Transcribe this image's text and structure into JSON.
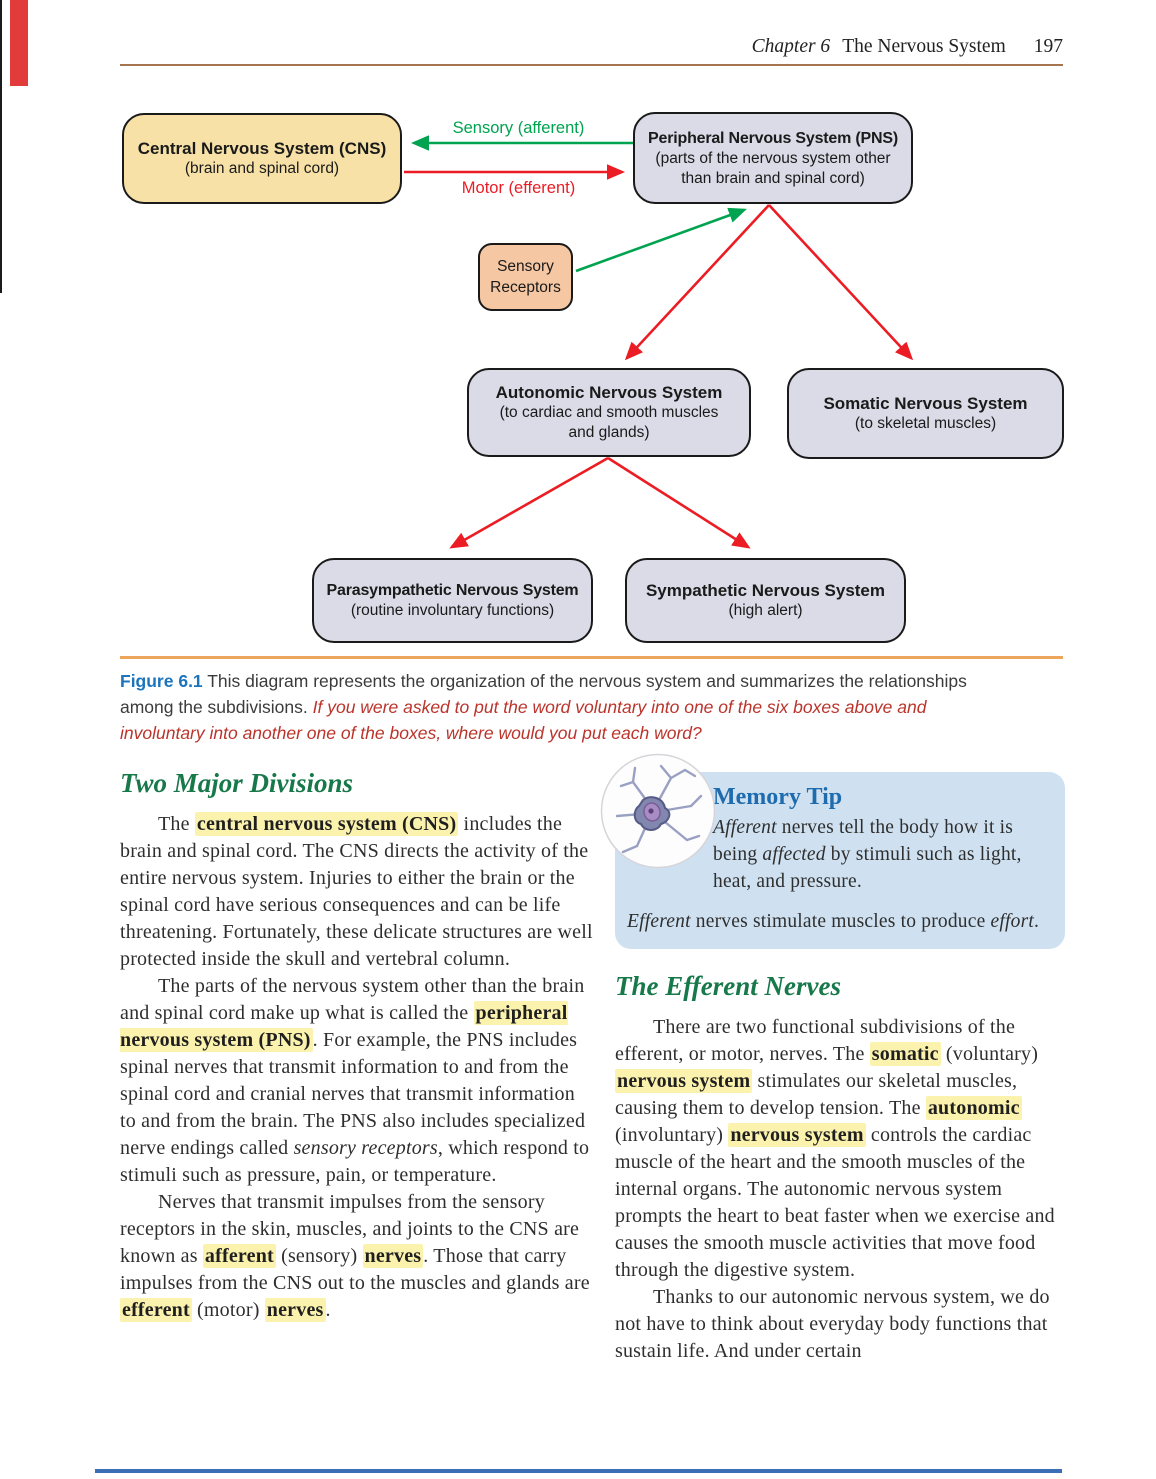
{
  "header": {
    "chapter": "Chapter 6",
    "title": "The Nervous System",
    "page_number": "197"
  },
  "colors": {
    "header-rule": "#a5754f",
    "figure-rule": "#eda55c",
    "green-arrow": "#00a350",
    "red-arrow": "#ec1c24",
    "green-heading": "#17784a",
    "caption-label-blue": "#1b74bc",
    "caption-question-red": "#bb342b",
    "memory-tip-blue": "#1e6bae",
    "memory-tip-bg": "#cfe1f1",
    "highlight-yellow": "#fbf2ae",
    "cns-box-fill": "#f7e1a6",
    "pns-box-fill": "#dadbe7",
    "receptors-box-fill": "#f6c7a3",
    "body-text": "#2e2e2e",
    "scan-tab-red": "#e23b3b",
    "bottom-rule-blue": "#3a6fb7"
  },
  "diagram": {
    "sensory_label": "Sensory (afferent)",
    "motor_label": "Motor (efferent)",
    "cns": {
      "title": "Central Nervous System (CNS)",
      "lines": [
        "(brain and spinal cord)"
      ]
    },
    "pns": {
      "title": "Peripheral Nervous System (PNS)",
      "lines": [
        "(parts of the nervous system other",
        "than brain and spinal cord)"
      ]
    },
    "receptors": {
      "lines": [
        "Sensory",
        "Receptors"
      ]
    },
    "autonomic": {
      "title": "Autonomic Nervous System",
      "lines": [
        "(to cardiac and smooth muscles",
        "and glands)"
      ]
    },
    "somatic": {
      "title": "Somatic Nervous System",
      "lines": [
        "(to skeletal muscles)"
      ]
    },
    "parasympathetic": {
      "title": "Parasympathetic Nervous System",
      "lines": [
        "(routine involuntary functions)"
      ]
    },
    "sympathetic": {
      "title": "Sympathetic Nervous System",
      "lines": [
        "(high alert)"
      ]
    }
  },
  "caption": {
    "segments": [
      {
        "t": "Figure 6.1",
        "s": "fig"
      },
      {
        "t": " This diagram represents the organization of the nervous system and summarizes the relationships among the subdivisions. ",
        "s": "n"
      },
      {
        "t": "If you were asked to put the word voluntary into one of the six boxes above and involuntary into another one of the boxes, where would you put each word?",
        "s": "q"
      }
    ]
  },
  "left_column": {
    "heading": "Two Major Divisions",
    "p1": [
      {
        "t": "The ",
        "s": "n"
      },
      {
        "t": "central nervous system (CNS)",
        "s": "hb"
      },
      {
        "t": " includes the brain and spinal cord. The CNS directs the activity of the entire nervous system. Injuries to either the brain or the spinal cord have serious consequences and can be life threatening. Fortunately, these delicate structures are well protected inside the skull and vertebral column.",
        "s": "n"
      }
    ],
    "p2": [
      {
        "t": "The parts of the nervous system other than the brain and spinal cord make up what is called the ",
        "s": "n"
      },
      {
        "t": "peripheral nervous system (PNS)",
        "s": "hb"
      },
      {
        "t": ". For example, the PNS includes spinal nerves that transmit information to and from the spinal cord and cranial nerves that transmit information to and from the brain. The PNS also includes specialized nerve endings called ",
        "s": "n"
      },
      {
        "t": "sensory receptors",
        "s": "i"
      },
      {
        "t": ", which respond to stimuli such as pressure, pain, or temperature.",
        "s": "n"
      }
    ],
    "p3": [
      {
        "t": "Nerves that transmit impulses from the sensory receptors in the skin, muscles, and joints to the CNS are known as ",
        "s": "n"
      },
      {
        "t": "afferent",
        "s": "hb"
      },
      {
        "t": " (sensory) ",
        "s": "n"
      },
      {
        "t": "nerves",
        "s": "hb"
      },
      {
        "t": ". Those that carry impulses from the CNS out to the muscles and glands are ",
        "s": "n"
      },
      {
        "t": "efferent",
        "s": "hb"
      },
      {
        "t": " (motor) ",
        "s": "n"
      },
      {
        "t": "nerves",
        "s": "hb"
      },
      {
        "t": ".",
        "s": "n"
      }
    ]
  },
  "memory_tip": {
    "heading": "Memory Tip",
    "p1": [
      {
        "t": "Afferent",
        "s": "i"
      },
      {
        "t": " nerves tell the body how it is being ",
        "s": "n"
      },
      {
        "t": "affected",
        "s": "i"
      },
      {
        "t": " by stimuli such as light, heat, and pressure.",
        "s": "n"
      }
    ],
    "p2": [
      {
        "t": "Efferent",
        "s": "i"
      },
      {
        "t": " nerves stimulate muscles to produce ",
        "s": "n"
      },
      {
        "t": "effort",
        "s": "i"
      },
      {
        "t": ".",
        "s": "n"
      }
    ]
  },
  "right_column": {
    "heading": "The Efferent Nerves",
    "p1": [
      {
        "t": "There are two functional subdivisions of the efferent, or motor, nerves. The ",
        "s": "n"
      },
      {
        "t": "somatic",
        "s": "hb"
      },
      {
        "t": " (voluntary) ",
        "s": "n"
      },
      {
        "t": "nervous system",
        "s": "hb"
      },
      {
        "t": " stimulates our skeletal muscles, causing them to develop tension. The ",
        "s": "n"
      },
      {
        "t": "autonomic",
        "s": "hb"
      },
      {
        "t": " (involuntary) ",
        "s": "n"
      },
      {
        "t": "nervous system",
        "s": "hb"
      },
      {
        "t": " controls the cardiac muscle of the heart and the smooth muscles of the internal organs. The autonomic nervous system prompts the heart to beat faster when we exercise and causes the smooth muscle activities that move food through the digestive system.",
        "s": "n"
      }
    ],
    "p2": [
      {
        "t": "Thanks to our autonomic nervous system, we do not have to think about everyday body functions that sustain life. And under certain",
        "s": "n"
      }
    ]
  }
}
